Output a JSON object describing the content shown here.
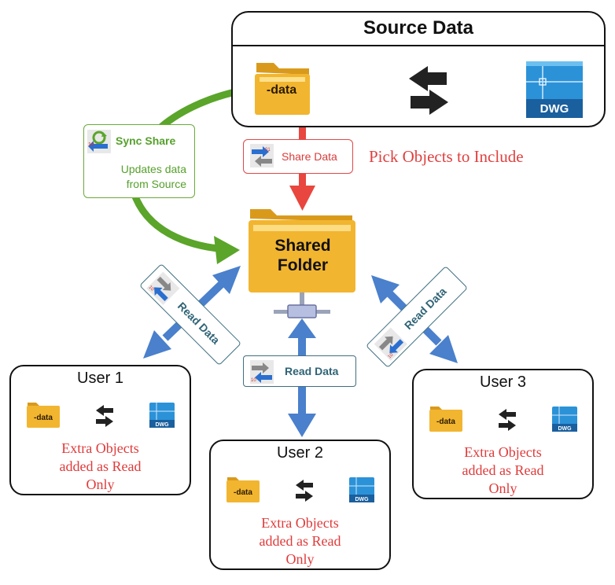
{
  "source": {
    "title": "Source Data",
    "folder_label": "-data",
    "dwg_label": "DWG"
  },
  "shared_folder": {
    "label": "Shared\nFolder"
  },
  "sync_share": {
    "label": "Sync Share",
    "description": "Updates data\nfrom Source"
  },
  "share_data": {
    "label": "Share Data"
  },
  "pick_objects": "Pick Objects to Include",
  "read_data": {
    "left": "Read Data",
    "center": "Read Data",
    "right": "Read Data"
  },
  "users": [
    {
      "title": "User 1",
      "folder_label": "-data",
      "dwg_label": "DWG",
      "note": "Extra Objects\nadded as Read\nOnly"
    },
    {
      "title": "User 2",
      "folder_label": "-data",
      "dwg_label": "DWG",
      "note": "Extra Objects\nadded as Read\nOnly"
    },
    {
      "title": "User 3",
      "folder_label": "-data",
      "dwg_label": "DWG",
      "note": "Extra Objects\nadded as Read\nOnly"
    }
  ],
  "colors": {
    "green_arrow": "#5aa52a",
    "red_arrow": "#e8463e",
    "blue_arrow": "#4a80cc",
    "folder": "#f2b530",
    "dwg_blue": "#1e8ed8",
    "note_red": "#e03a3a"
  }
}
